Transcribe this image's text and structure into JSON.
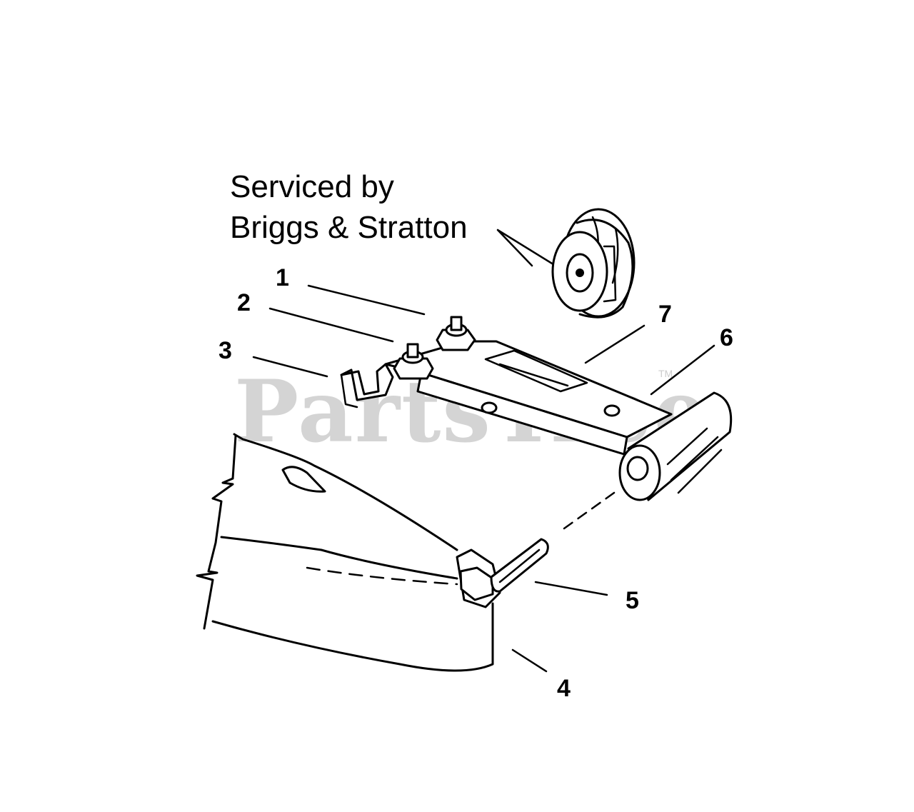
{
  "note": {
    "line1": "Serviced by",
    "line2": "Briggs & Stratton"
  },
  "watermark": {
    "text": "PartsTree",
    "trademark": "TM"
  },
  "callouts": [
    "1",
    "2",
    "3",
    "4",
    "5",
    "6",
    "7"
  ],
  "colors": {
    "ink": "#000000",
    "watermark": "#d4d4d4",
    "background": "#ffffff"
  }
}
